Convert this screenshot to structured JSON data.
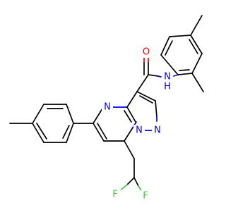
{
  "molecule": {
    "atom_labels": {
      "oxygen": "O",
      "amide_nh": "N",
      "amide_h": "H",
      "pyrimidine_n": "N",
      "bridge_n": "N",
      "pyrazole_n": "N",
      "fluorine_1": "F",
      "fluorine_2": "F"
    },
    "colors": {
      "carbon_bond": "#000000",
      "nitrogen": "#0000ff",
      "oxygen": "#ff0000",
      "fluorine": "#33cc33"
    }
  }
}
